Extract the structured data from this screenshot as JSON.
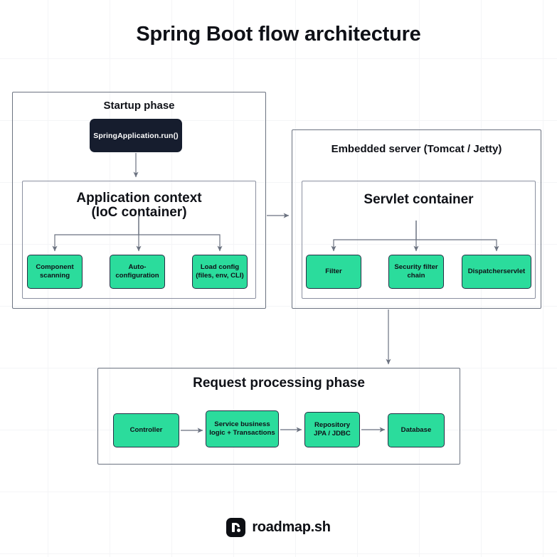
{
  "page": {
    "title": "Spring Boot flow architecture",
    "background": "#ffffff",
    "accent_green": "#2BDC9C",
    "dark_navy": "#161d2e",
    "border_gray": "#6b7280"
  },
  "startup_phase": {
    "title": "Startup phase",
    "entry_node": "SpringApplication.run()",
    "application_context": {
      "title_line1": "Application context",
      "title_line2": "(IoC container)",
      "children": [
        {
          "label": "Component scanning"
        },
        {
          "label": "Auto-configuration"
        },
        {
          "label": "Load config (files, env, CLI)"
        }
      ]
    }
  },
  "embedded_server": {
    "title": "Embedded server (Tomcat / Jetty)",
    "servlet_container": {
      "title": "Servlet container",
      "children": [
        {
          "label": "Filter"
        },
        {
          "label": "Security filter chain"
        },
        {
          "label": "Dispatcherservlet"
        }
      ]
    }
  },
  "request_processing": {
    "title": "Request processing phase",
    "steps": [
      {
        "label": "Controller"
      },
      {
        "label": "Service business logic + Transactions"
      },
      {
        "label": "Repository JPA / JDBC"
      },
      {
        "label": "Database"
      }
    ]
  },
  "footer": {
    "brand": "roadmap.sh"
  }
}
